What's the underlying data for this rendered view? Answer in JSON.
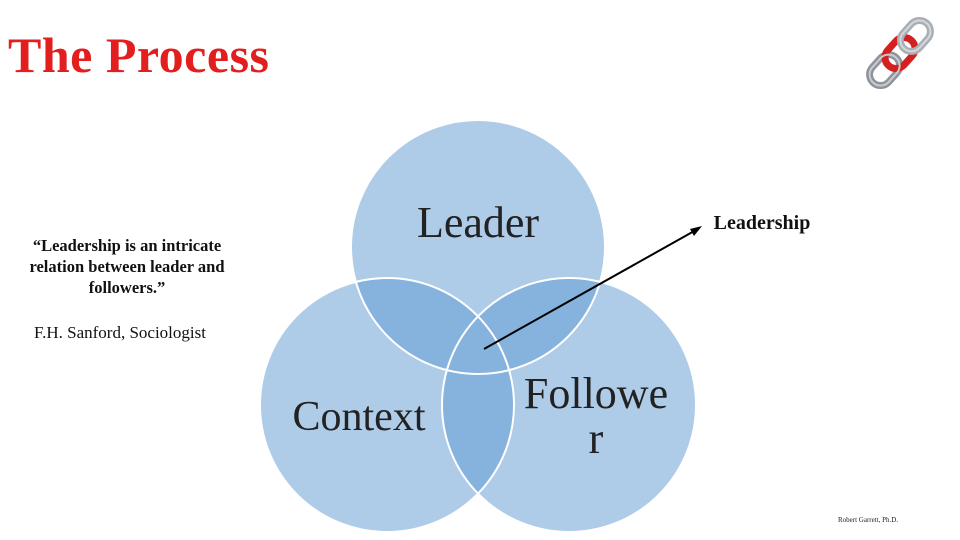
{
  "slide": {
    "title": "The Process",
    "quote": "“Leadership is an intricate relation between leader and followers.”",
    "attribution": "F.H. Sanford, Sociologist",
    "credit": "Robert Garrett, Ph.D."
  },
  "diagram": {
    "circles": {
      "leader": "Leader",
      "context": "Context",
      "follower_line1": "Followe",
      "follower_line2": "r"
    },
    "arrow_label": "Leadership",
    "colors": {
      "circle_fill": "#aecbe8",
      "overlap_fill": "#86b2de",
      "circle_stroke": "#ffffff",
      "title": "#e31e1e",
      "chain_red": "#d32020",
      "chain_silver": "#9aa0a6"
    }
  },
  "icons": {
    "chain": "chain-link-icon"
  }
}
